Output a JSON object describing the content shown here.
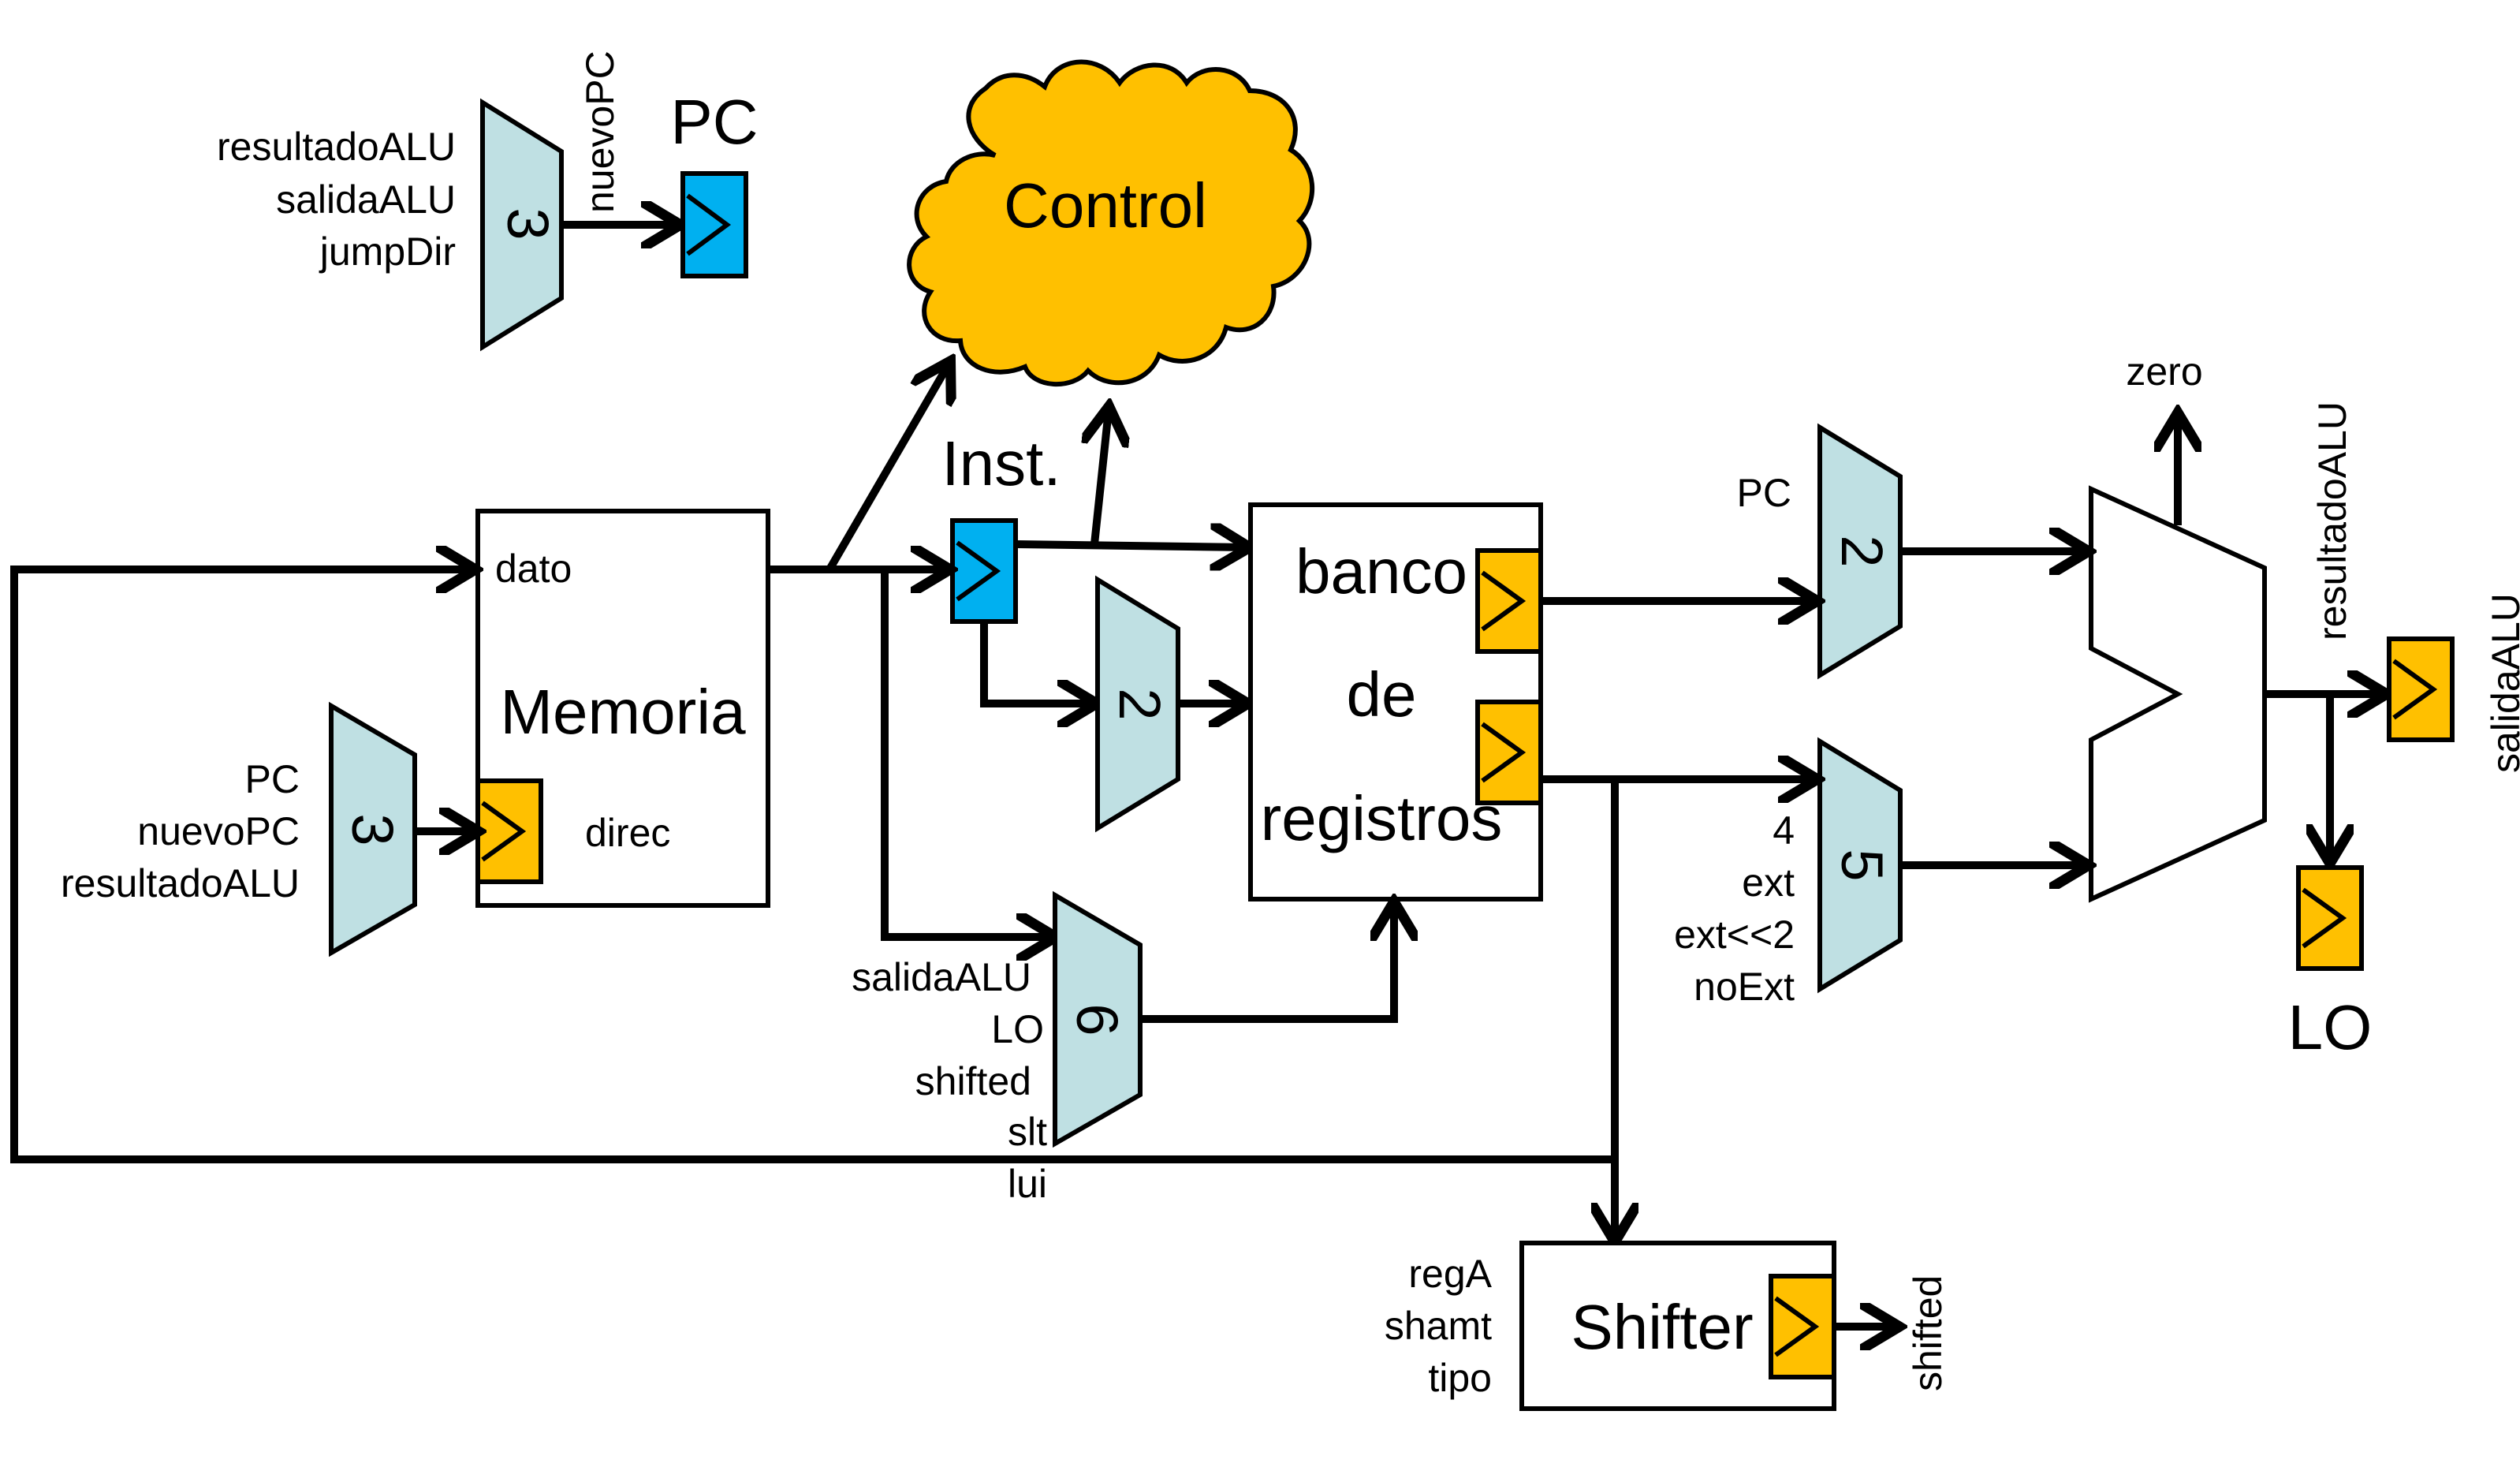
{
  "colors": {
    "mux_fill": "#BFE0E3",
    "reg_orange": "#FFC000",
    "reg_blue": "#00B0F0",
    "control_fill": "#FFC000",
    "wire": "#000000"
  },
  "pc_register": {
    "label": "PC",
    "mux_label": "3",
    "mux_output": "nuevoPC",
    "inputs": [
      "resultadoALU",
      "salidaALU",
      "jumpDir"
    ]
  },
  "control": {
    "label": "Control"
  },
  "memoria": {
    "title": "Memoria",
    "port_dato": "dato",
    "port_direc": "direc",
    "mux_label": "3",
    "mux_inputs": [
      "PC",
      "nuevoPC",
      "resultadoALU"
    ]
  },
  "inst": {
    "label": "Inst."
  },
  "reg_mux": {
    "label": "2"
  },
  "banco": {
    "line1": "banco",
    "line2": "de",
    "line3": "registros"
  },
  "write_mux": {
    "label": "6",
    "inputs": [
      "salidaALU",
      "LO",
      "shifted",
      "slt",
      "lui"
    ]
  },
  "alu_mux_a": {
    "label": "2",
    "input": "PC"
  },
  "alu_mux_b": {
    "label": "5",
    "inputs": [
      "4",
      "ext",
      "ext<<2",
      "noExt"
    ]
  },
  "alu": {
    "zero": "zero",
    "result": "resultadoALU"
  },
  "salida_alu": {
    "label": "salidaALU"
  },
  "lo": {
    "label": "LO"
  },
  "shifter": {
    "title": "Shifter",
    "inputs": [
      "regA",
      "shamt",
      "tipo"
    ],
    "output": "shifted"
  }
}
